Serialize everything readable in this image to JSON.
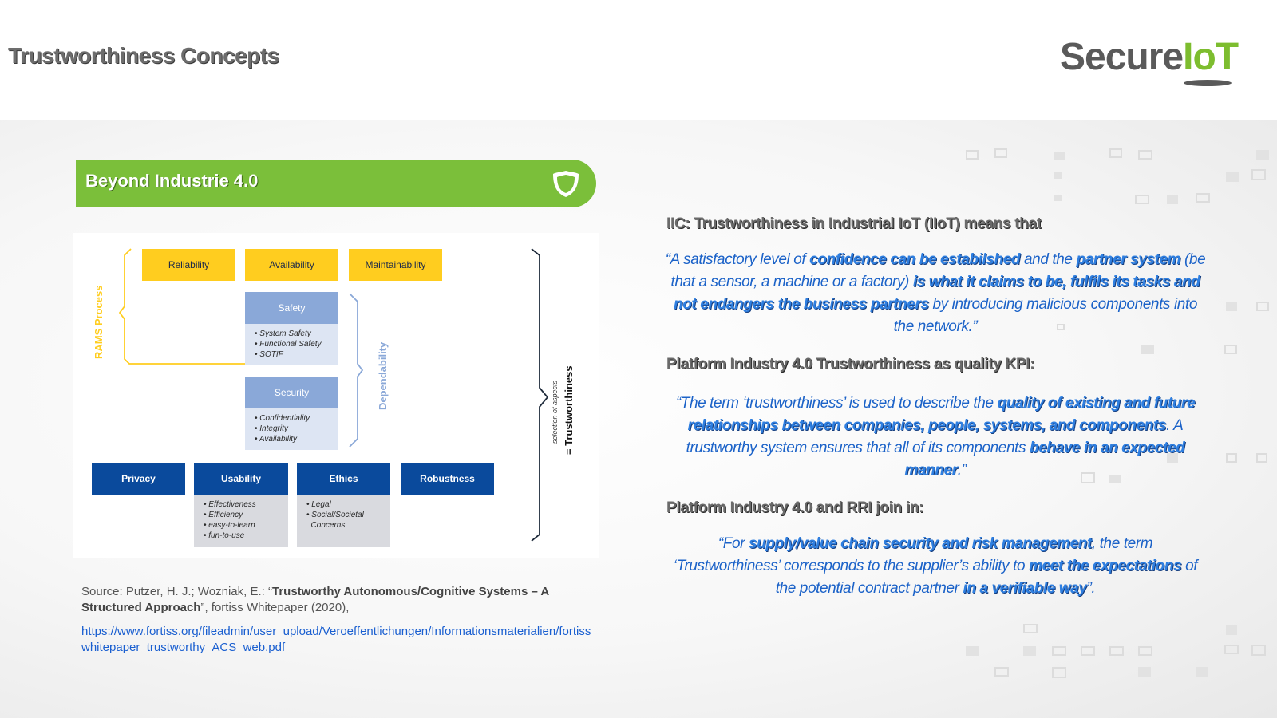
{
  "header": {
    "title": "Trustworthiness Concepts",
    "logo": {
      "part1": "Secure",
      "part2": "IoT",
      "accent": "#7dbd2f"
    }
  },
  "banner": {
    "title": "Beyond Industrie 4.0",
    "icon": "shield-icon",
    "color": "#7bbf3a"
  },
  "diagram": {
    "rams_label": "RAMS Process",
    "dependability_label": "Dependability",
    "selection_label": "selection of aspects",
    "trust_label": "= Trustworthiness",
    "rams_boxes": [
      "Reliability",
      "Availability",
      "Maintainability"
    ],
    "safety": {
      "label": "Safety",
      "items": [
        "• System Safety",
        "• Functional Safety",
        "• SOTIF"
      ]
    },
    "security": {
      "label": "Security",
      "items": [
        "• Confidentiality",
        "• Integrity",
        "• Availability"
      ]
    },
    "bottom_boxes": [
      "Privacy",
      "Usability",
      "Ethics",
      "Robustness"
    ],
    "usability_items": [
      "• Effectiveness",
      "• Efficiency",
      "• easy-to-learn",
      "• fun-to-use"
    ],
    "ethics_items": [
      "• Legal",
      "• Social/Societal",
      "  Concerns"
    ]
  },
  "source": {
    "prefix": "Source: Putzer, H. J.; Wozniak, E.: “",
    "title": "Trustworthy Autonomous/Cognitive Systems – A Structured Approach",
    "suffix": "”, fortiss Whitepaper (2020),",
    "url": "https://www.fortiss.org/fileadmin/user_upload/Veroeffentlichungen/Informationsmaterialien/fortiss_whitepaper_trustworthy_ACS_web.pdf"
  },
  "sections": [
    {
      "heading": "IIC: Trustworthiness in Industrial IoT (IIoT) means that",
      "quote_parts": [
        {
          "t": "“A satisfactory level of ",
          "em": false
        },
        {
          "t": "confidence can be estabilshed",
          "em": true
        },
        {
          "t": " and the ",
          "em": false
        },
        {
          "t": "partner system",
          "em": true
        },
        {
          "t": " (be that a sensor, a machine or a factory) ",
          "em": false
        },
        {
          "t": "is what it claims to be, fulfils its tasks and not endangers the business partners",
          "em": true
        },
        {
          "t": " by introducing malicious components into the network.”",
          "em": false
        }
      ]
    },
    {
      "heading": "Platform Industry 4.0 Trustworthiness as quality KPI:",
      "quote_parts": [
        {
          "t": "“The term ‘trustworthiness’ is used to describe the ",
          "em": false
        },
        {
          "t": "quality of  existing and future relationships between companies, people, systems, and components",
          "em": true
        },
        {
          "t": ". A trustworthy system ensures that all of its components ",
          "em": false
        },
        {
          "t": "behave in an expected manner",
          "em": true
        },
        {
          "t": ".”",
          "em": false
        }
      ]
    },
    {
      "heading": "Platform Industry 4.0 and RRI join in:",
      "quote_parts": [
        {
          "t": "“For ",
          "em": false
        },
        {
          "t": "supply/value chain security and risk management",
          "em": true
        },
        {
          "t": ", the term ‘Trustworthiness’ corresponds to the supplier’s ability to ",
          "em": false
        },
        {
          "t": "meet the expectations",
          "em": true
        },
        {
          "t": " of the potential contract partner ",
          "em": false
        },
        {
          "t": "in a verifiable way",
          "em": true
        },
        {
          "t": "”.",
          "em": false
        }
      ]
    }
  ]
}
